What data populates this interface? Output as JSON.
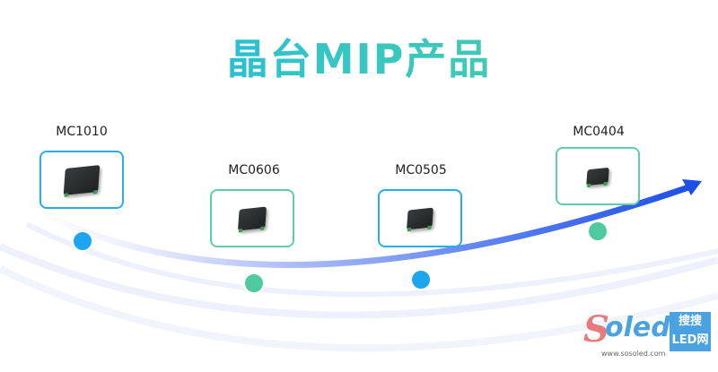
{
  "title": "晶台MIP产品",
  "products": [
    {
      "label": "MC1010",
      "status": "blue"
    },
    {
      "label": "MC0606",
      "status": "green"
    },
    {
      "label": "MC0505",
      "status": "blue"
    },
    {
      "label": "MC0404",
      "status": "green"
    }
  ],
  "colors": {
    "blue": "#1ea5ef",
    "green": "#4ec9a0",
    "arrow": "#2a5fe8"
  },
  "watermark": {
    "brand": "Soled",
    "badge_line1": "搜搜",
    "badge_line2": "LED网",
    "url": "www.sosoled.com"
  }
}
